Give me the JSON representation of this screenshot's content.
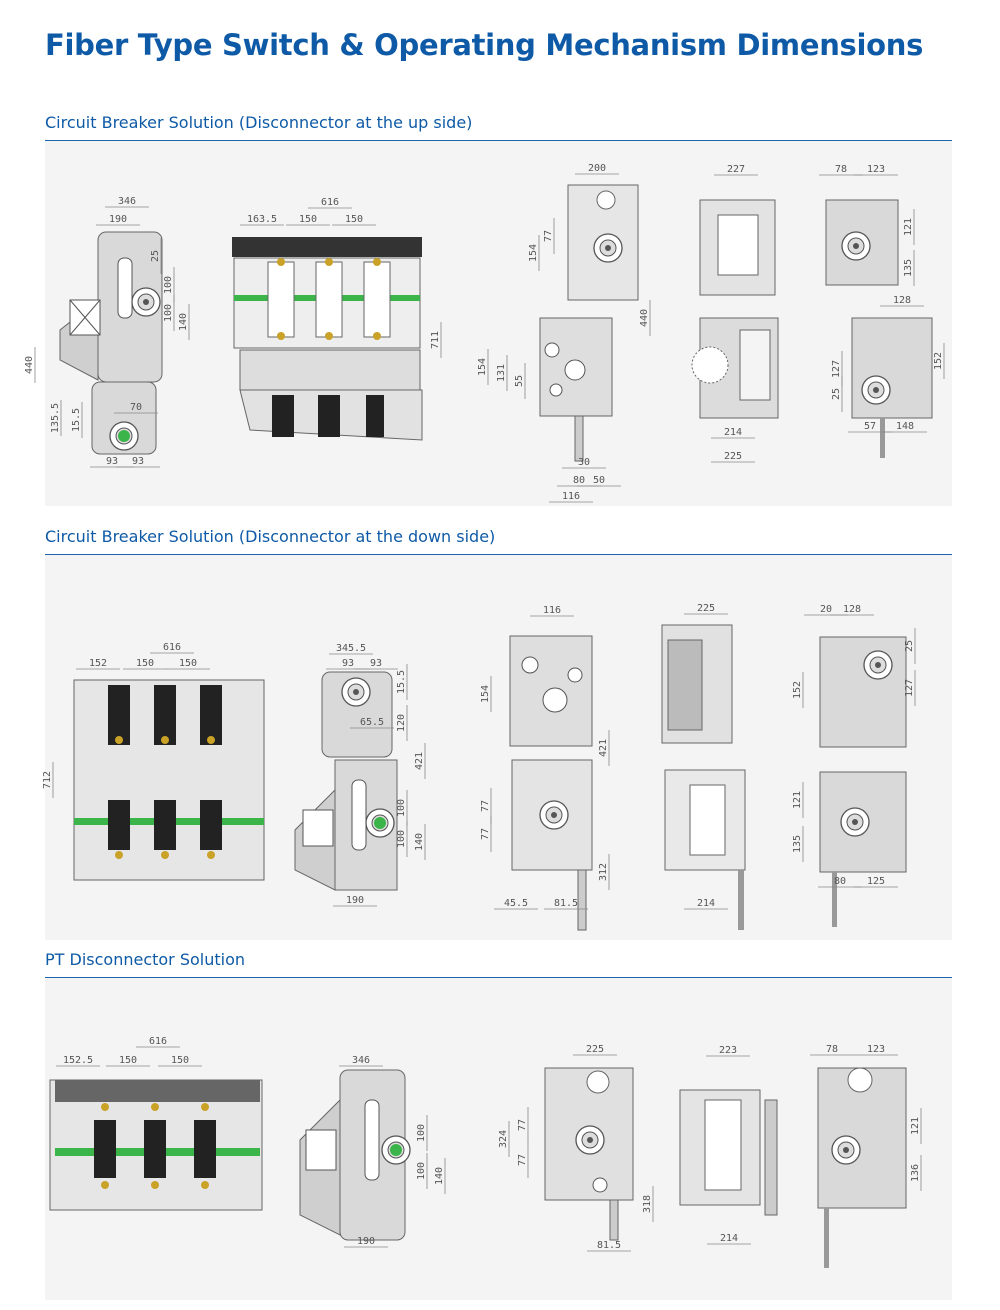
{
  "page": {
    "title": "Fiber Type Switch & Operating Mechanism Dimensions"
  },
  "sections": [
    {
      "title": "Circuit Breaker Solution (Disconnector at the up side)",
      "dims": {
        "a": [
          "346",
          "190",
          "25",
          "100",
          "100",
          "140",
          "440",
          "70",
          "135.5",
          "15.5",
          "93",
          "93"
        ],
        "b": [
          "616",
          "163.5",
          "150",
          "150",
          "711"
        ],
        "c": [
          "200",
          "154",
          "77",
          "440",
          "154",
          "131",
          "55",
          "30",
          "80",
          "50",
          "116"
        ],
        "d": [
          "227",
          "214",
          "225"
        ],
        "e": [
          "78",
          "123",
          "121",
          "135",
          "128",
          "152",
          "127",
          "25",
          "57",
          "148"
        ]
      }
    },
    {
      "title": "Circuit Breaker Solution (Disconnector at the down side)",
      "dims": {
        "a": [
          "616",
          "152",
          "150",
          "150",
          "712"
        ],
        "b": [
          "345.5",
          "93",
          "93",
          "15.5",
          "65.5",
          "120",
          "421",
          "100",
          "100",
          "140",
          "190"
        ],
        "c": [
          "116",
          "154",
          "421",
          "77",
          "77",
          "312",
          "45.5",
          "81.5"
        ],
        "d": [
          "225",
          "214"
        ],
        "e": [
          "20",
          "128",
          "25",
          "152",
          "127",
          "121",
          "135",
          "80",
          "125"
        ]
      }
    },
    {
      "title": "PT Disconnector Solution",
      "dims": {
        "a": [
          "616",
          "152.5",
          "150",
          "150"
        ],
        "b": [
          "346",
          "100",
          "100",
          "140",
          "190"
        ],
        "c": [
          "225",
          "324",
          "77",
          "77",
          "318",
          "81.5"
        ],
        "d": [
          "223",
          "214"
        ],
        "e": [
          "78",
          "123",
          "121",
          "136"
        ]
      }
    }
  ],
  "colors": {
    "title": "#0e5aa6",
    "rule": "#1e64ad",
    "panel": "#f4f4f4",
    "line": "#6b6b6b",
    "green": "#3bb54a",
    "gold": "#c9a227"
  }
}
